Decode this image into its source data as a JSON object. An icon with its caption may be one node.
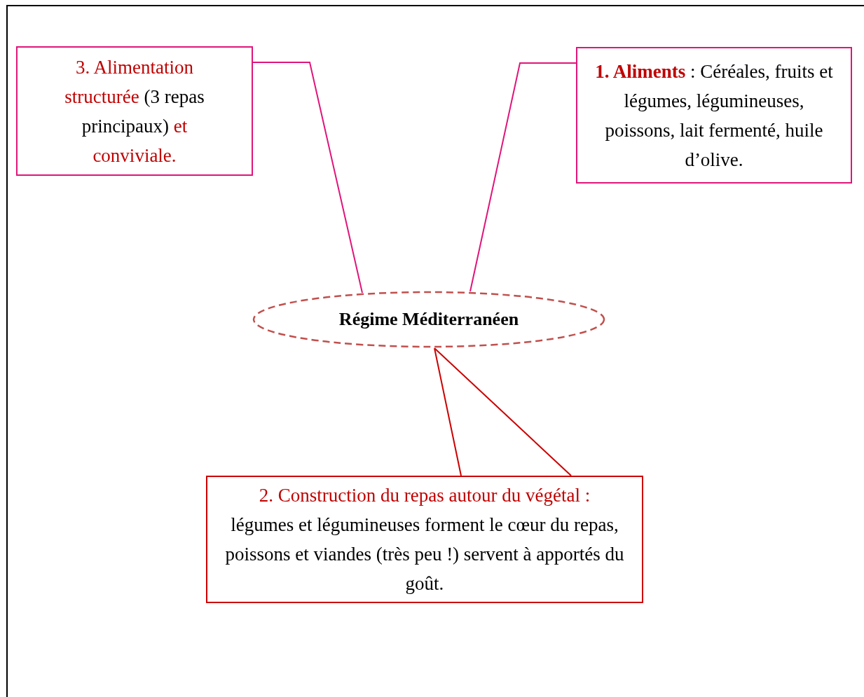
{
  "diagram": {
    "nodes": [
      {
        "text": [
          "Régime Méditerranéen"
        ]
      },
      {
        "text": [
          "**1. Aliments**",
          ": Céréales, fruits et légumes, légumineuses, poissons, lait fermenté, huile d’olive."
        ]
      },
      {
        "text": [
          "2. Construction du repas autour du végétal :",
          "légumes et légumineuses forment le cœur du repas, poissons et viandes (très peu !) servent à apportés du goût."
        ]
      },
      {
        "text": [
          "3. Alimentation structurée",
          "(3 repas principaux)",
          "et conviviale."
        ]
      }
    ],
    "edges": [
      {
        "from": 1,
        "to": 0,
        "arrow": "none"
      },
      {
        "from": 2,
        "to": 0,
        "arrow": "none",
        "color": "#cc0000"
      },
      {
        "from": 3,
        "to": 0,
        "arrow": "none"
      }
    ]
  }
}
